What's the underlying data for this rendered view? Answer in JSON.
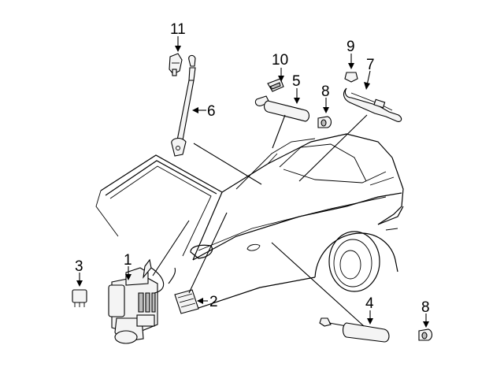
{
  "callouts": [
    {
      "id": "c1",
      "label": "1"
    },
    {
      "id": "c2",
      "label": "2"
    },
    {
      "id": "c3",
      "label": "3"
    },
    {
      "id": "c4",
      "label": "4"
    },
    {
      "id": "c5",
      "label": "5"
    },
    {
      "id": "c6",
      "label": "6"
    },
    {
      "id": "c7",
      "label": "7"
    },
    {
      "id": "c8a",
      "label": "8"
    },
    {
      "id": "c8b",
      "label": "8"
    },
    {
      "id": "c9",
      "label": "9"
    },
    {
      "id": "c10",
      "label": "10"
    },
    {
      "id": "c11",
      "label": "11"
    }
  ]
}
